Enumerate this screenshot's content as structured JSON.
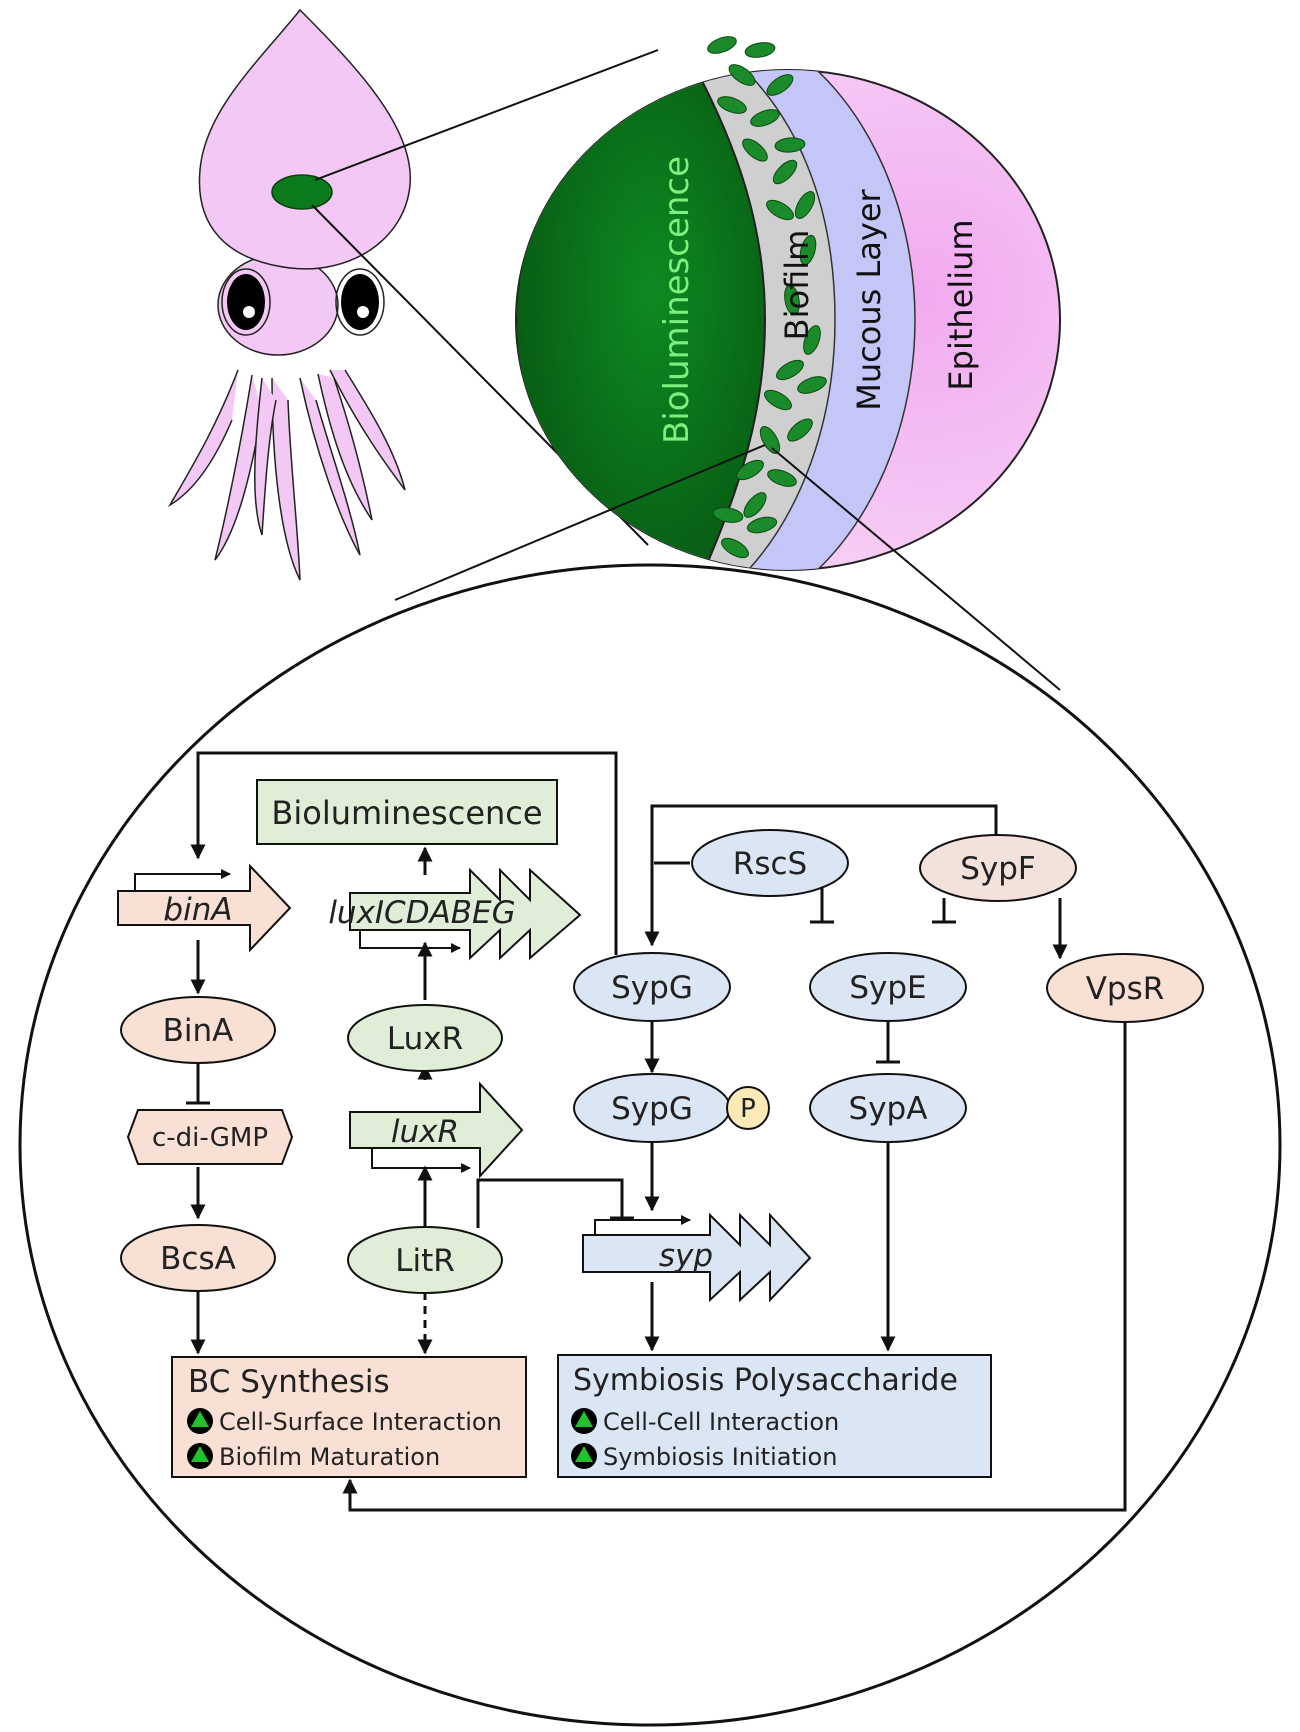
{
  "zoom": {
    "bioluminescence": "Bioluminescence",
    "biofilm": "Biofilm",
    "mucous": "Mucous Layer",
    "epithelium": "Epithelium"
  },
  "genes": {
    "binA": "binA",
    "lux": "luxICDABEG",
    "luxR": "luxR",
    "syp": "syp"
  },
  "nodes": {
    "bioluminescence": "Bioluminescence",
    "binA_protein": "BinA",
    "cdigmp": "c-di-GMP",
    "bcsa": "BcsA",
    "luxR_protein": "LuxR",
    "litR": "LitR",
    "rscS": "RscS",
    "sypF": "SypF",
    "sypG": "SypG",
    "sypG_p": "SypG",
    "phospho": "P",
    "sypE": "SypE",
    "sypA": "SypA",
    "vpsR": "VpsR"
  },
  "outputs": {
    "bc": {
      "title": "BC Synthesis",
      "items": [
        "Cell-Surface Interaction",
        "Biofilm Maturation"
      ]
    },
    "syp": {
      "title": "Symbiosis Polysaccharide",
      "items": [
        "Cell-Cell Interaction",
        "Symbiosis Initiation"
      ]
    }
  },
  "colors": {
    "squid": "#f3c8f4",
    "organ": "#0b7a1c",
    "biofilm_layer": "#cfcfcf",
    "mucous_layer": "#c4c6f7",
    "epithelium_layer": "#f0b9ef",
    "orange_node": "#f9e0d4",
    "green_node": "#e0eed7",
    "blue_node": "#dbe6f4",
    "phospho": "#fbe9b8"
  }
}
